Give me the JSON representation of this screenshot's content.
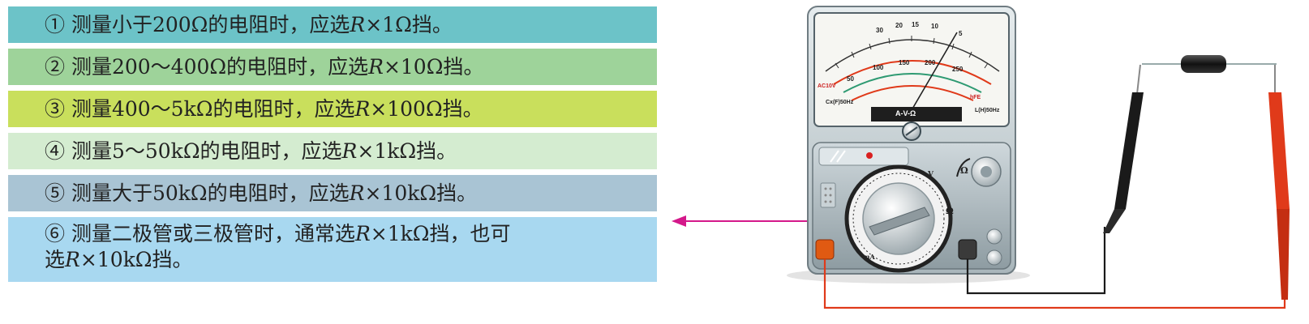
{
  "ranges": [
    {
      "id": "1",
      "text": "① 测量小于200Ω的电阻时，应选R×1Ω挡。"
    },
    {
      "id": "2",
      "text": "② 测量200～400Ω的电阻时，应选R×10Ω挡。"
    },
    {
      "id": "3",
      "text": "③ 测量400～5kΩ的电阻时，应选R×100Ω挡。"
    },
    {
      "id": "4",
      "text": "④ 测量5～50kΩ的电阻时，应选R×1kΩ挡。"
    },
    {
      "id": "5",
      "text": "⑤ 测量大于50kΩ的电阻时，应选R×10kΩ挡。"
    },
    {
      "id": "6",
      "text": "⑥ 测量二极管或三极管时，通常选R×1kΩ挡，也可\n选R×10kΩ挡。"
    }
  ],
  "meter": {
    "scale_top_numbers": [
      "30",
      "20",
      "15",
      "10",
      "5"
    ],
    "scale_mid_numbers": [
      "50",
      "100",
      "150",
      "200",
      "250"
    ],
    "scale_label_ac": "AC10V",
    "scale_label_cx": "Cx(F)50Hz",
    "scale_label_l": "L(H)50Hz",
    "scale_label_hfe": "hFE",
    "scale_center_label": "A-V-Ω",
    "dial_ohm": "Ω",
    "dial_v": "V",
    "dial_ma": "mA",
    "side_ohm": "Ω"
  },
  "colors": {
    "arrow": "#d4188a",
    "probe_red": "#e03a1a",
    "probe_black": "#1a1a1a",
    "meter_body": "#b9c4c8"
  }
}
